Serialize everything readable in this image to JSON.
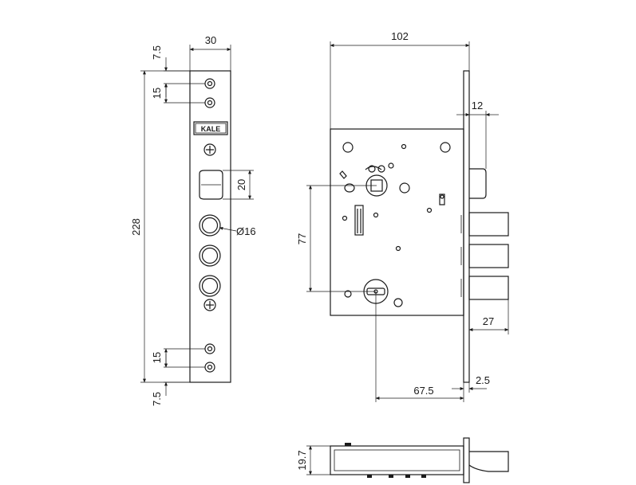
{
  "logo": {
    "text": "KALE"
  },
  "dimensions": {
    "faceplate_width": "30",
    "top_edge_offset": "7.5",
    "top_hole_spacing": "15",
    "faceplate_height": "228",
    "cylinder_height": "20",
    "hole_diameter": "Ø16",
    "bottom_hole_spacing": "15",
    "bottom_edge_offset": "7.5",
    "case_width": "102",
    "latch_projection": "12",
    "spindle_to_key_distance": "77",
    "bolt_projection": "27",
    "backset": "67.5",
    "faceplate_thickness": "2.5",
    "case_thickness": "19.7"
  },
  "colors": {
    "line": "#1a1a1a",
    "background": "#ffffff"
  }
}
